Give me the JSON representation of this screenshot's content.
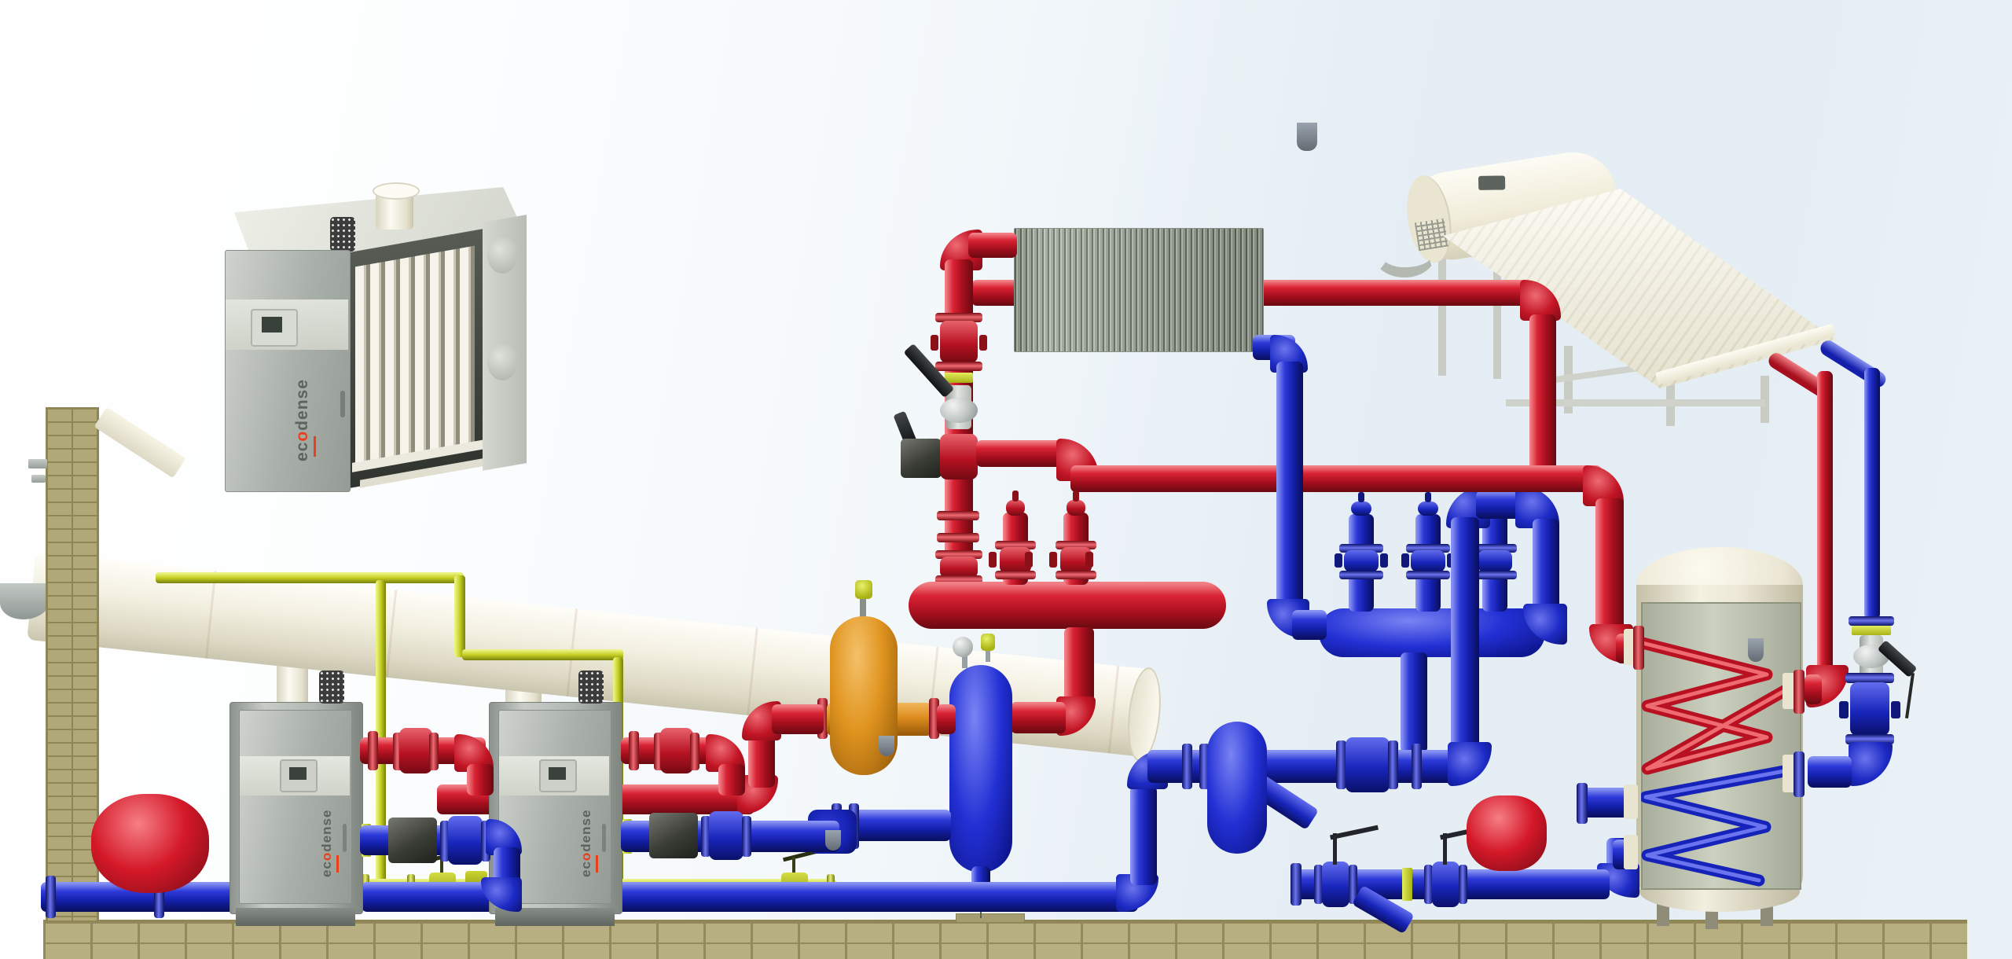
{
  "scene": {
    "brand": {
      "pre": "ec",
      "accent": "o",
      "post": "dense"
    },
    "colors": {
      "hot_supply_pipe": "#c41527",
      "cold_return_pipe": "#1c2ac4",
      "gas_line": "#c3ce1e",
      "air_separator_vessel": "#dd8d1e",
      "expansion_vessel": "#d41828",
      "brand_accent": "#e8401c",
      "brick": "#b7ae82",
      "flue_duct": "#efecdc",
      "boiler_cabinet": "#b2b8b2",
      "storage_tank": "#f0ecdc",
      "sky_tint": "#e7eff5"
    },
    "components": {
      "cutaway_boiler": "wall boiler cutaway display unit",
      "boiler_1": "floor condensing boiler 1",
      "boiler_2": "floor condensing boiler 2",
      "flue_duct": "common flue duct",
      "chimney_wall": "brick chimney wall",
      "radiator": "panel radiator",
      "solar_collector": "thermosiphon solar collector",
      "storage_tank": "hot water storage tank with coils",
      "supply_manifold": "hot supply manifold",
      "return_manifold": "cold return manifold",
      "hydraulic_separator": "hydraulic separator",
      "air_separator": "air separator vessel",
      "dirt_separator": "dirt separator vessel",
      "expansion_vessel_1": "expansion vessel left",
      "expansion_vessel_2": "expansion vessel right",
      "gas_line": "gas supply line",
      "circulation_pumps": "circulation pumps",
      "ball_valves": "ball valves",
      "strainers": "y-strainers"
    }
  }
}
